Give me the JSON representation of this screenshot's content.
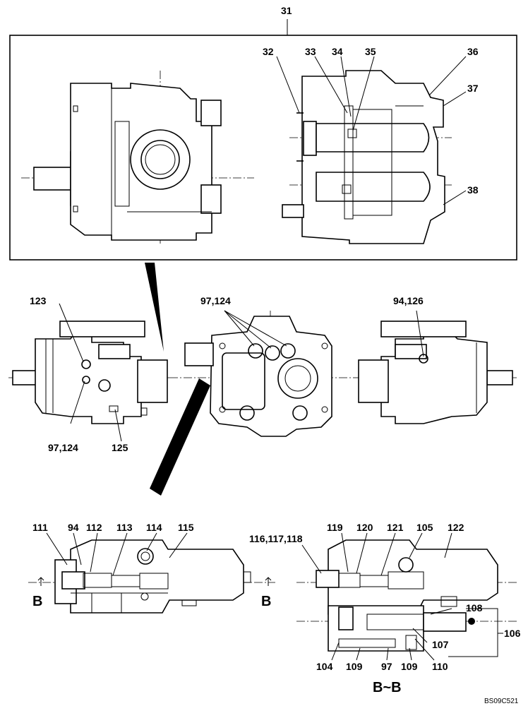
{
  "labels": {
    "l31": "31",
    "l32": "32",
    "l33": "33",
    "l34": "34",
    "l35": "35",
    "l36": "36",
    "l37": "37",
    "l38": "38",
    "l123": "123",
    "l97_124_left": "97,124",
    "l125": "125",
    "l97_124_top": "97,124",
    "l94_126": "94,126",
    "l111": "111",
    "l94": "94",
    "l112": "112",
    "l113": "113",
    "l114": "114",
    "l115": "115",
    "l116_117_118": "116,117,118",
    "l119": "119",
    "l120": "120",
    "l121": "121",
    "l105": "105",
    "l122": "122",
    "l108": "108",
    "l106": "106",
    "l107": "107",
    "l104": "104",
    "l109a": "109",
    "l97": "97",
    "l109b": "109",
    "l110": "110",
    "sectionB_left": "B",
    "sectionB_right": "B",
    "sectionBB": "B~B",
    "drawing_code": "BS09C521"
  }
}
